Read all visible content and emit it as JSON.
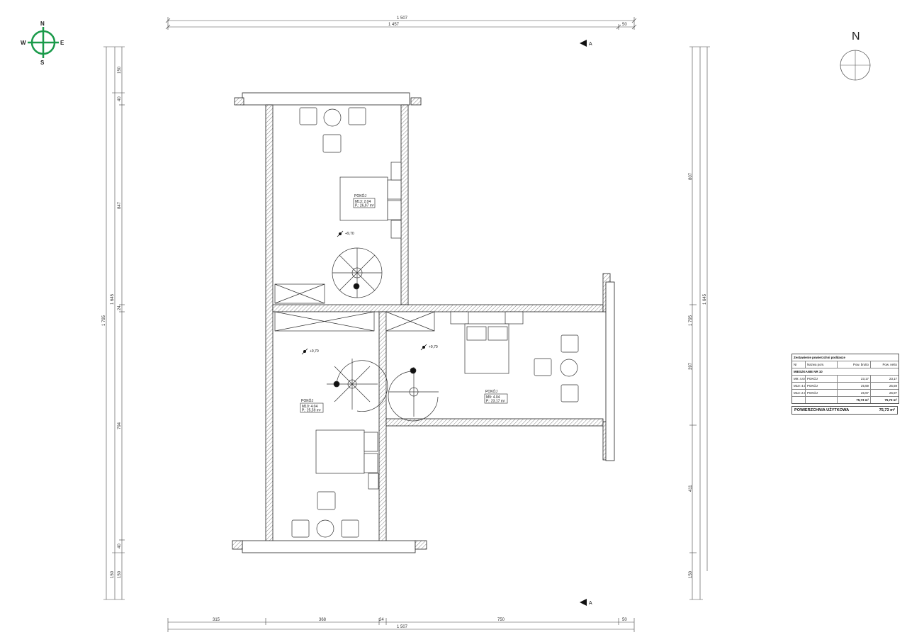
{
  "compass": {
    "n": "N",
    "s": "S",
    "e": "E",
    "w": "W"
  },
  "north_symbol": "N",
  "section_marks": {
    "top": "A",
    "bottom": "A"
  },
  "dimensions": {
    "top": {
      "overall_outer": "1 507",
      "overall_inner": "1 457",
      "offset": "50"
    },
    "bottom": {
      "seg1": "315",
      "seg2": "368",
      "seg3": "24",
      "seg4": "750",
      "seg5": "50",
      "overall": "1 507"
    },
    "left": {
      "overall": "1 795",
      "inner": "1 645",
      "top_offset": "150",
      "upper_wall": "40",
      "upper_room": "847",
      "mid_wall": "24",
      "lower_room": "794",
      "lower_wall": "40",
      "bottom_a": "150",
      "bottom_b": "150"
    },
    "right": {
      "overall": "1 795",
      "inner": "1 645",
      "upper": "807",
      "mid": "397",
      "lower": "411",
      "bottom": "150"
    }
  },
  "rooms": [
    {
      "name": "POKÓJ",
      "code": "M13: 2.04",
      "area": "P.: 26,97 m²"
    },
    {
      "name": "POKÓJ",
      "code": "M10: 4.04",
      "area": "P.: 25,59 m²"
    },
    {
      "name": "POKÓJ",
      "code": "M9: 4.04",
      "area": "P.: 23,17 m²"
    }
  ],
  "levels": {
    "upper": "+9,70",
    "lower_left": "+9,70",
    "lower_right": "+9,70"
  },
  "area_table": {
    "title": "Zestawienie powierzchni poddasze",
    "headers": [
      "Nr",
      "Nazwa pom.",
      "Pow. brutto",
      "Pow. netto"
    ],
    "apartment": "MIESZKANIE NR 10",
    "rows": [
      {
        "nr": "M9: 4.04",
        "name": "POKÓJ",
        "brutto": "23,17",
        "netto": "23,17"
      },
      {
        "nr": "M10: 4.04",
        "name": "POKÓJ",
        "brutto": "25,59",
        "netto": "25,59"
      },
      {
        "nr": "M13: 2.04",
        "name": "POKÓJ",
        "brutto": "26,97",
        "netto": "26,97"
      }
    ],
    "total_brutto": "75,73 m²",
    "total_netto": "75,73 m²"
  },
  "usable_area": {
    "label": "POWIERZCHNIA UŻYTKOWA",
    "value": "75,73 m²"
  },
  "colors": {
    "compass": "#1a9a4a",
    "lines": "#222222"
  }
}
